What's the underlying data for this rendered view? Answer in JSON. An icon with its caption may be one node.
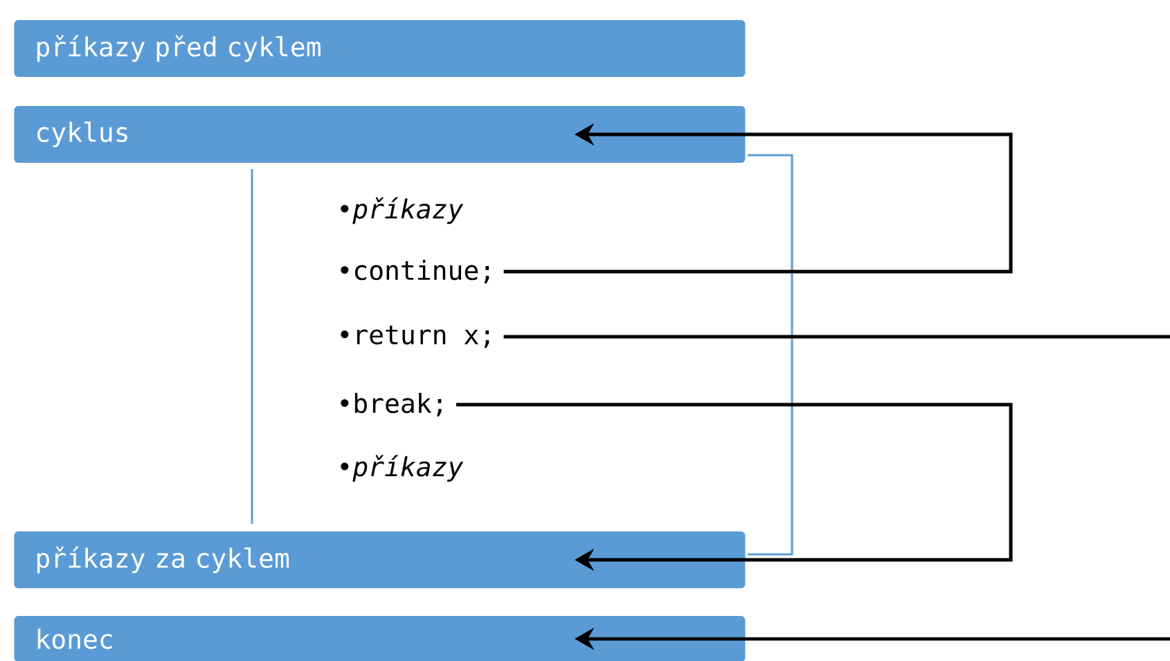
{
  "diagram": {
    "nodes": [
      {
        "text": [
          "příkazy před cyklem"
        ]
      },
      {
        "text": [
          "cyklus"
        ]
      },
      {
        "text": [
          "•*příkazy*"
        ]
      },
      {
        "text": [
          "•continue;"
        ]
      },
      {
        "text": [
          "•return x;"
        ]
      },
      {
        "text": [
          "•break;"
        ]
      },
      {
        "text": [
          "•*příkazy*"
        ]
      },
      {
        "text": [
          "příkazy za cyklem"
        ]
      },
      {
        "text": [
          "konec"
        ]
      }
    ],
    "edges": [
      {
        "from": 3,
        "to": 1,
        "arrow": "to"
      },
      {
        "from": 4,
        "to": null,
        "arrow": "none"
      },
      {
        "from": 5,
        "to": 7,
        "arrow": "to"
      },
      {
        "from": null,
        "to": 8,
        "arrow": "to"
      }
    ]
  }
}
